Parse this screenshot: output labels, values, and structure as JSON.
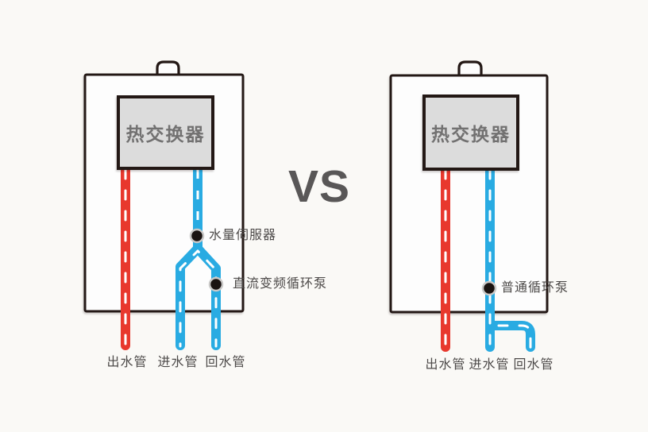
{
  "vs_label": "VS",
  "colors": {
    "background": "#faf9f6",
    "outline": "#231815",
    "box_fill": "#fdfdfd",
    "pipe_red": "#e8382d",
    "pipe_blue": "#29abe2",
    "pipe_dash": "#ffffff",
    "exchanger_fill": "#dcdcdc",
    "exchanger_text": "#727171",
    "label_text": "#4d4a49",
    "vs_text": "#595757",
    "dot_fill": "#1a1311",
    "dot_ring": "#c9c8c7"
  },
  "left_unit": {
    "exchanger_label": "热交换器",
    "component_labels": [
      {
        "label": "水量伺服器"
      },
      {
        "label": "直流变频循环泵"
      }
    ],
    "pipe_labels": [
      {
        "label": "出水管"
      },
      {
        "label": "进水管"
      },
      {
        "label": "回水管"
      }
    ]
  },
  "right_unit": {
    "exchanger_label": "热交换器",
    "component_labels": [
      {
        "label": "普通循环泵"
      }
    ],
    "pipe_labels": [
      {
        "label": "出水管"
      },
      {
        "label": "进水管"
      },
      {
        "label": "回水管"
      }
    ]
  }
}
